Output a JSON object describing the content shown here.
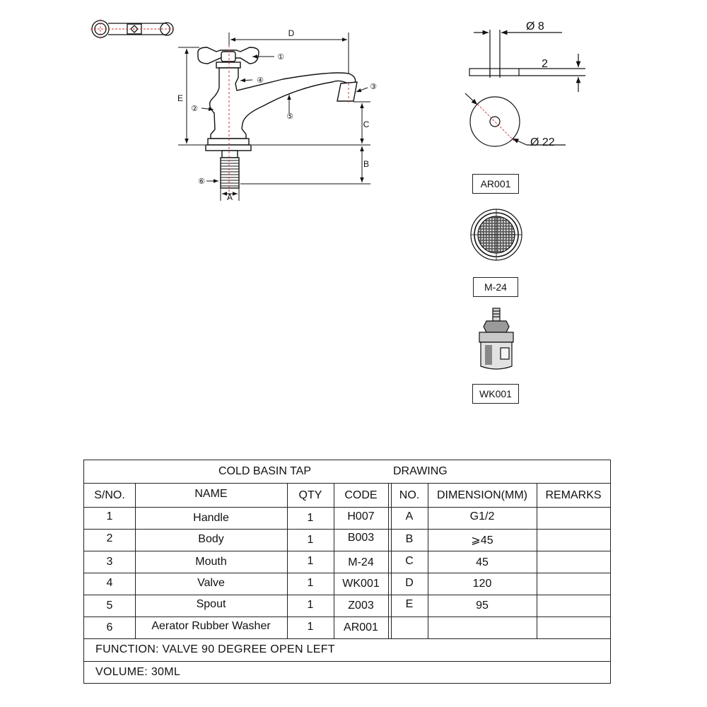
{
  "drawing": {
    "dimension_letters": [
      "D",
      "E",
      "C",
      "B",
      "A"
    ],
    "callouts": [
      "①",
      "②",
      "③",
      "④",
      "⑤",
      "⑥"
    ],
    "washer_dims": {
      "inner": "Ø 8",
      "thickness": "2",
      "outer": "Ø 22"
    },
    "part_labels": [
      "AR001",
      "M-24",
      "WK001"
    ]
  },
  "table": {
    "title_left": "COLD BASIN TAP",
    "title_right": "DRAWING",
    "headers": [
      "S/NO.",
      "NAME",
      "QTY",
      "CODE",
      "NO.",
      "DIMENSION(MM)",
      "REMARKS"
    ],
    "parts": [
      {
        "sno": "1",
        "name": "Handle",
        "qty": "1",
        "code": "H007"
      },
      {
        "sno": "2",
        "name": "Body",
        "qty": "1",
        "code": "B003"
      },
      {
        "sno": "3",
        "name": "Mouth",
        "qty": "1",
        "code": "M-24"
      },
      {
        "sno": "4",
        "name": "Valve",
        "qty": "1",
        "code": "WK001"
      },
      {
        "sno": "5",
        "name": "Spout",
        "qty": "1",
        "code": "Z003"
      },
      {
        "sno": "6",
        "name": "Aerator Rubber Washer",
        "qty": "1",
        "code": "AR001"
      }
    ],
    "dimensions": [
      {
        "no": "A",
        "value": "G1/2"
      },
      {
        "no": "B",
        "value": "⩾45"
      },
      {
        "no": "C",
        "value": "45"
      },
      {
        "no": "D",
        "value": "120"
      },
      {
        "no": "E",
        "value": "95"
      }
    ],
    "function": "FUNCTION: VALVE 90 DEGREE OPEN LEFT",
    "volume": "VOLUME: 30ML"
  }
}
